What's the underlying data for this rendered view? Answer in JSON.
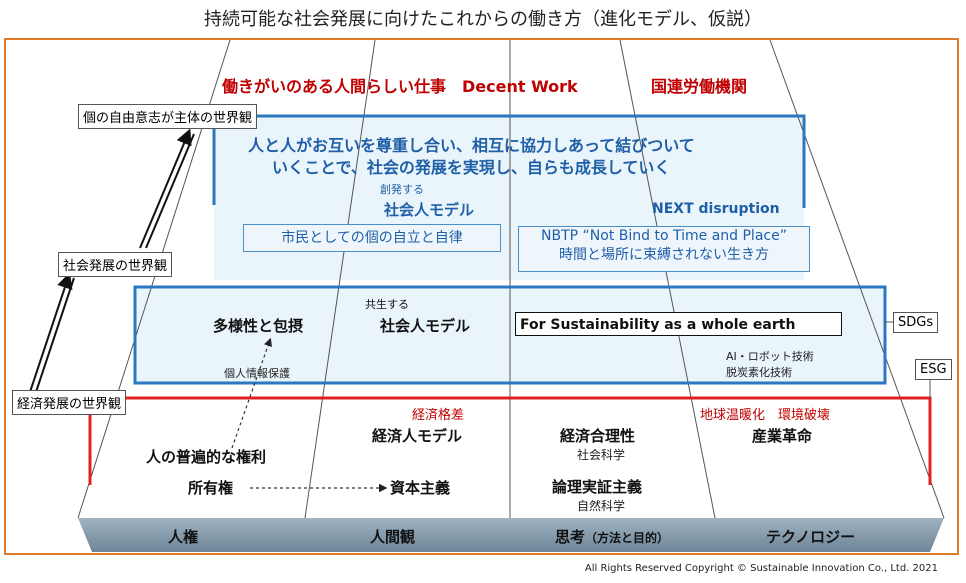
{
  "title": "持続可能な社会発展に向けたこれからの働き方（進化モデル、仮説）",
  "top_row": {
    "decent_work": "働きがいのある人間らしい仕事　Decent Work",
    "ilo": "国連労働機関"
  },
  "worldviews": {
    "individual": "個の自由意志が主体の世界観",
    "social": "社会発展の世界観",
    "economic": "経済発展の世界観"
  },
  "upper_band": {
    "line1": "人と人がお互いを尊重し合い、相互に協力しあって結びついて",
    "line2": "いくことで、社会の発展を実現し、自らも成長していく",
    "create_label": "創発する",
    "model": "社会人モデル",
    "next": "NEXT disruption",
    "citizen_box": "市民としての個の自立と自律",
    "nbtp_line1": "NBTP “Not Bind to Time and Place”",
    "nbtp_line2": "時間と場所に束縛されない生き方"
  },
  "middle_band": {
    "diversity": "多様性と包摂",
    "coexist_label": "共生する",
    "model": "社会人モデル",
    "sustainability_box": "For Sustainability as a whole earth",
    "privacy": "個人情報保護",
    "tech_line1": "AI・ロボット技術",
    "tech_line2": "脱炭素化技術",
    "sdgs": "SDGs",
    "esg": "ESG"
  },
  "lower_band": {
    "econ_gap": "経済格差",
    "warming": "地球温暖化　環境破壊",
    "econ_model": "経済人モデル",
    "econ_rationality": "経済合理性",
    "social_science": "社会科学",
    "industrial_rev": "産業革命",
    "universal_rights": "人の普遍的な権利",
    "ownership": "所有権",
    "capitalism": "資本主義",
    "positivism": "論理実証主義",
    "natural_science": "自然科学"
  },
  "base": {
    "human_rights": "人権",
    "human_view": "人間観",
    "thinking": "思考",
    "thinking_sub": "（方法と目的）",
    "technology": "テクノロジー"
  },
  "footer": "All Rights Reserved Copyright ©  Sustainable Innovation Co., Ltd.  2021",
  "colors": {
    "orange_frame": "#e07b28",
    "red_accent": "#c00000",
    "blue_accent": "#1f5fa8",
    "band_blue": "#2b78c2",
    "band_red": "#e02020",
    "base_gray": "#7f95a6"
  }
}
